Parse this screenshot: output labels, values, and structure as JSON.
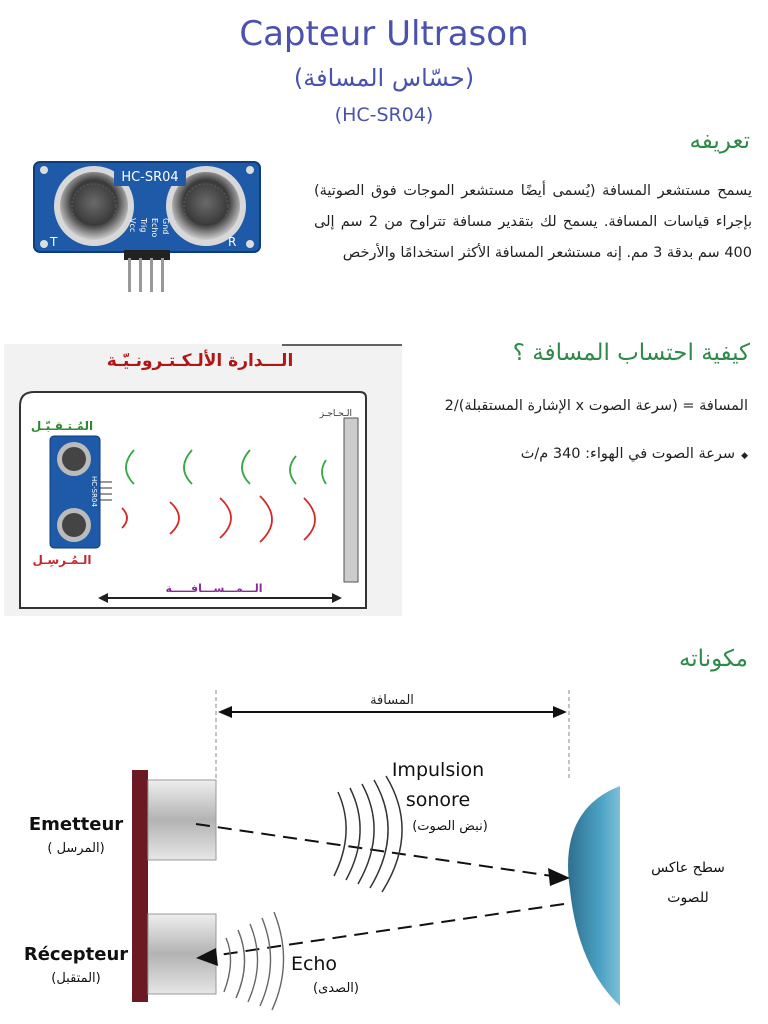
{
  "header": {
    "title": "Capteur Ultrason",
    "subtitle_ar": "(حسّاس المسافة)",
    "model": "(HC-SR04)"
  },
  "definition": {
    "heading": "تعريفه",
    "text": "يسمح مستشعر المسافة (يُسمى أيضًا مستشعر الموجات فوق الصوتية) بإجراء قياسات المسافة. يسمح لك بتقدير مسافة تتراوح من 2 سم إلى 400 سم بدقة 3 مم. إنه مستشعر المسافة الأكثر استخدامًا والأرخص"
  },
  "sensor_photo": {
    "module_label": "HC-SR04",
    "pin_labels": [
      "Vcc",
      "Trig",
      "Echo",
      "Gnd"
    ],
    "t_label": "T",
    "r_label": "R"
  },
  "calculation": {
    "heading": "كيفية احتساب المسافة ؟",
    "formula": "المسافة = (سرعة الصوت x الإشارة المستقبلة)/2",
    "speed_note": "سرعة الصوت في الهواء: 340 م/ث",
    "bullet": "◆"
  },
  "circuit_image": {
    "title": "الـــدارة الألـكـتـرونـيّـة",
    "receiver_label": "المُـتـقـبّـل",
    "transmitter_label": "الـمُـرسِـل",
    "obstacle_label": "الـحـاجـز",
    "distance_label": "الـــمـــســـافـــــة",
    "module_label": "HC-SR04"
  },
  "components": {
    "heading": "مكوناته",
    "distance_label": "المسافة",
    "impulse_line1": "Impulsion",
    "impulse_line2": "sonore",
    "impulse_ar": "(نبض الصوت)",
    "emitter": "Emetteur",
    "emitter_ar": "( المرسل)",
    "receiver": "Récepteur",
    "receiver_ar": "(المتقبل)",
    "echo": "Echo",
    "echo_ar": "(الصدى)",
    "surface_line1": "سطح عاكس",
    "surface_line2": "للصوت"
  },
  "colors": {
    "title_blue": "#4a52b0",
    "heading_green": "#2f8a4a",
    "board_blue": "#1e5aa8",
    "wave_green": "#3aa64a",
    "wave_red": "#d62828",
    "reflector_blue": "#3a8fb0",
    "emitter_bar": "#6b1a24"
  }
}
